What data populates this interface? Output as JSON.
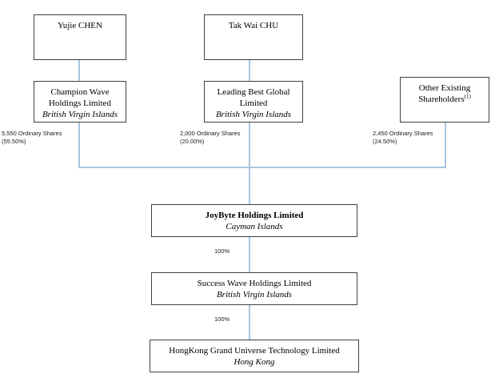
{
  "diagram": {
    "title": "Corporate shareholding structure chart",
    "connector_color": "#a9c5de",
    "box_border_color": "#3f3f3f",
    "background": "#ffffff"
  },
  "nodes": {
    "yujie_chen": {
      "name": "Yujie CHEN"
    },
    "tak_wai_chu": {
      "name": "Tak Wai CHU"
    },
    "champion_wave": {
      "line1": "Champion Wave",
      "line2": "Holdings Limited",
      "jurisdiction": "British Virgin Islands"
    },
    "leading_best": {
      "line1": "Leading Best Global",
      "line2": "Limited",
      "jurisdiction": "British Virgin Islands"
    },
    "other_shareholders": {
      "line1": "Other Existing",
      "line2": "Shareholders",
      "footnote_marker": "(1)"
    },
    "joybyte": {
      "name": "JoyByte Holdings Limited",
      "jurisdiction": "Cayman Islands"
    },
    "success_wave": {
      "name": "Success Wave Holdings Limited",
      "jurisdiction": "British Virgin Islands"
    },
    "hk_grand_universe": {
      "name": "HongKong Grand Universe Technology Limited",
      "jurisdiction": "Hong Kong"
    }
  },
  "edges": {
    "champion_wave_stake": {
      "shares": "5,550 Ordinary Shares",
      "percent": "(55.50%)"
    },
    "leading_best_stake": {
      "shares": "2,000 Ordinary Shares",
      "percent": "(20.00%)"
    },
    "other_shareholders_stake": {
      "shares": "2,450 Ordinary Shares",
      "percent": "(24.50%)"
    },
    "joybyte_to_success_wave": {
      "percent": "100%"
    },
    "success_wave_to_hk": {
      "percent": "100%"
    }
  }
}
